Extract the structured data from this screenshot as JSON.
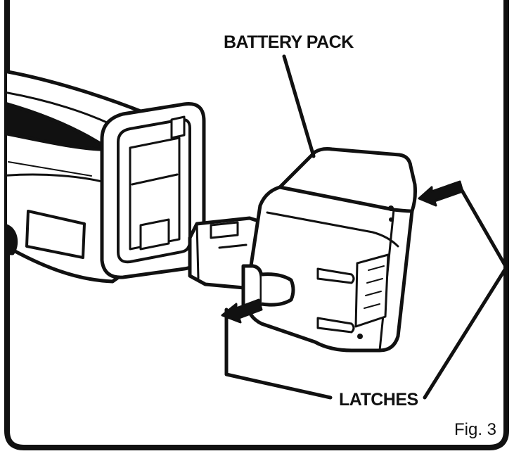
{
  "figure": {
    "labels": {
      "battery_pack": "BATTERY PACK",
      "latches": "LATCHES"
    },
    "caption": "Fig. 3",
    "colors": {
      "ink": "#111111",
      "paper": "#ffffff",
      "shade": "#e9e9e9"
    }
  }
}
